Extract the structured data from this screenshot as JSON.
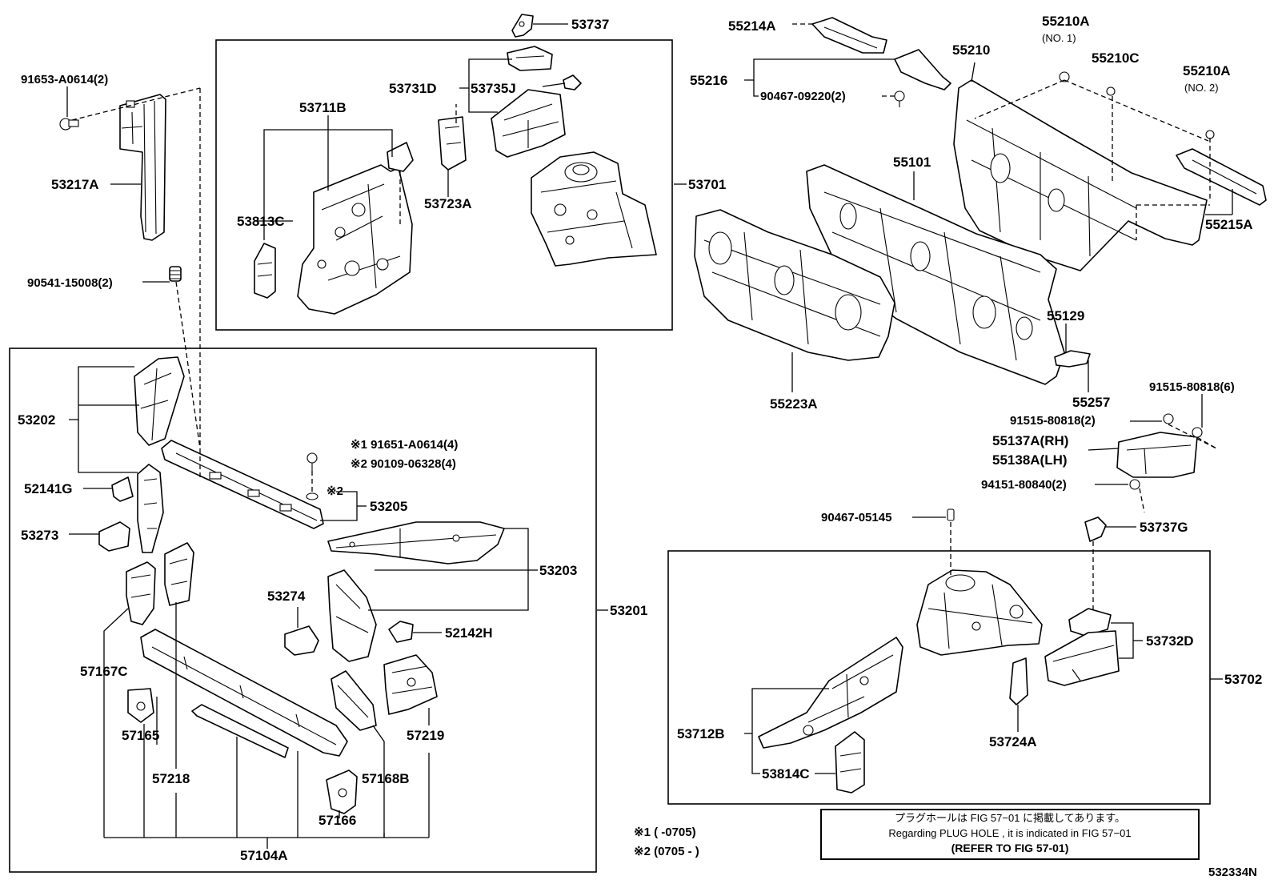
{
  "labels": {
    "p53737": "53737",
    "p55214A": "55214A",
    "p55210A_no1": "55210A",
    "p55210A_no1_sub": "(NO. 1)",
    "p55210": "55210",
    "p55210C": "55210C",
    "p55210A_no2": "55210A",
    "p55210A_no2_sub": "(NO. 2)",
    "p55216": "55216",
    "p90467_09220": "90467-09220(2)",
    "p91653": "91653-A0614(2)",
    "p53731D": "53731D",
    "p53735J": "53735J",
    "p53711B": "53711B",
    "p53217A": "53217A",
    "p55101": "55101",
    "p55215A": "55215A",
    "p53813C": "53813C",
    "p53723A": "53723A",
    "p53701": "53701",
    "p90541": "90541-15008(2)",
    "p55129": "55129",
    "p55223A": "55223A",
    "p55257": "55257",
    "p91515_6": "91515-80818(6)",
    "p91515_2": "91515-80818(2)",
    "p55137A": "55137A(RH)",
    "p55138A": "55138A(LH)",
    "p94151": "94151-80840(2)",
    "p53202": "53202",
    "p91651": "※1 91651-A0614(4)",
    "p90109": "※2 90109-06328(4)",
    "p52141G": "52141G",
    "p53205": "53205",
    "mark2": "※2",
    "p53273": "53273",
    "p90467_05145": "90467-05145",
    "p53737G": "53737G",
    "p53203": "53203",
    "p53274": "53274",
    "p53201": "53201",
    "p52142H": "52142H",
    "p53732D": "53732D",
    "p57167C": "57167C",
    "p53702": "53702",
    "p57165": "57165",
    "p57219": "57219",
    "p53712B": "53712B",
    "p53724A": "53724A",
    "p57218": "57218",
    "p57168B": "57168B",
    "p53814C": "53814C",
    "p57166": "57166",
    "p57104A": "57104A",
    "foot1": "※1 (    -0705)",
    "foot2": "※2 (0705 -    )",
    "figcode": "532334N"
  },
  "note": {
    "jp": "プラグホールは FIG 57−01 に掲載してあります。",
    "en": "Regarding PLUG HOLE , it is indicated in FIG 57−01",
    "ref": "(REFER TO FIG 57-01)"
  }
}
